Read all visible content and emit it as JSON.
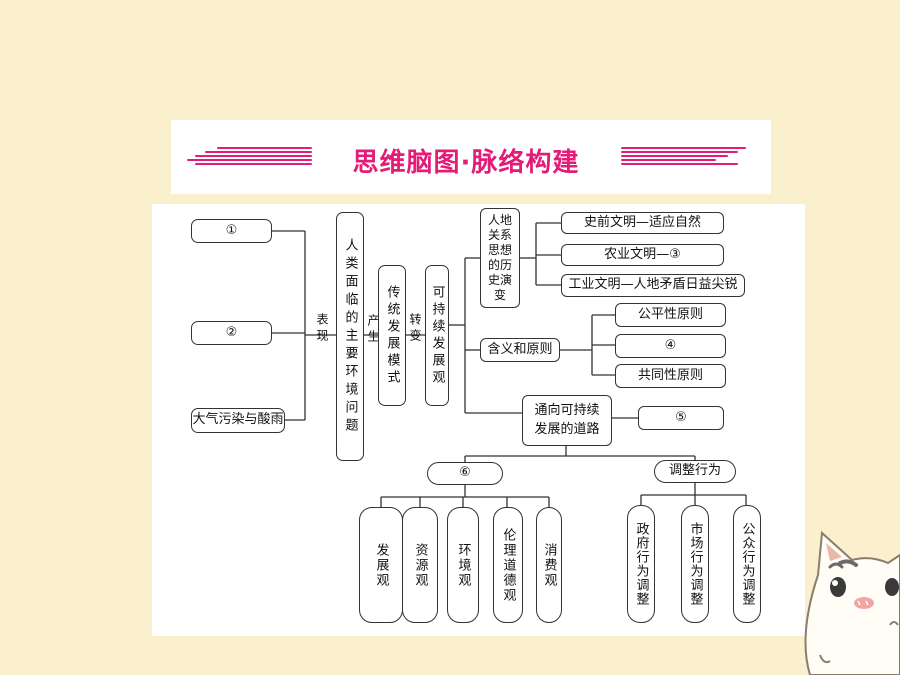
{
  "title": "思维脑图·脉络构建",
  "nodes": {
    "q1": "①",
    "q2": "②",
    "acid_rain": "大气污染与酸雨",
    "main_problems": "人类面临的主要环境问题",
    "traditional_mode": "传统发展模式",
    "sustainable_view": "可持续发展观",
    "human_land_thought": "人地关系思想的历史演变",
    "prehistoric": "史前文明—适应自然",
    "agricultural": "农业文明—③",
    "industrial": "工业文明—人地矛盾日益尖锐",
    "meaning_principles": "含义和原则",
    "fairness": "公平性原则",
    "q4": "④",
    "commonality": "共同性原则",
    "road": "通向可持续发展的道路",
    "q5": "⑤",
    "q6": "⑥",
    "adjust_behavior": "调整行为",
    "dev_view": "发展观",
    "resource_view": "资源观",
    "env_view": "环境观",
    "ethics_view": "伦理道德观",
    "consumption_view": "消费观",
    "gov_adjust": "政府行为调整",
    "market_adjust": "市场行为调整",
    "public_adjust": "公众行为调整"
  },
  "edge_labels": {
    "manifest": "表现",
    "produce": "产生",
    "transform": "转变"
  }
}
